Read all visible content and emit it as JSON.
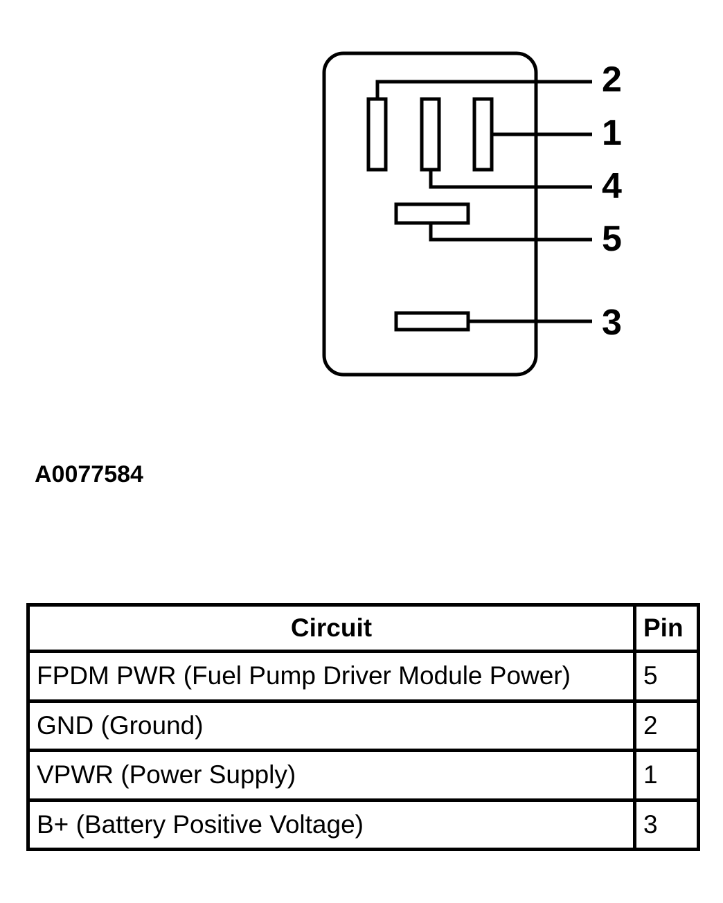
{
  "connector": {
    "pin_labels": [
      "2",
      "1",
      "4",
      "5",
      "3"
    ]
  },
  "figure_id": "A0077584",
  "table": {
    "headers": {
      "circuit": "Circuit",
      "pin": "Pin"
    },
    "rows": [
      {
        "circuit": "FPDM PWR (Fuel Pump Driver Module Power)",
        "pin": "5"
      },
      {
        "circuit": "GND (Ground)",
        "pin": "2"
      },
      {
        "circuit": "VPWR (Power Supply)",
        "pin": "1"
      },
      {
        "circuit": "B+ (Battery Positive Voltage)",
        "pin": "3"
      }
    ]
  }
}
